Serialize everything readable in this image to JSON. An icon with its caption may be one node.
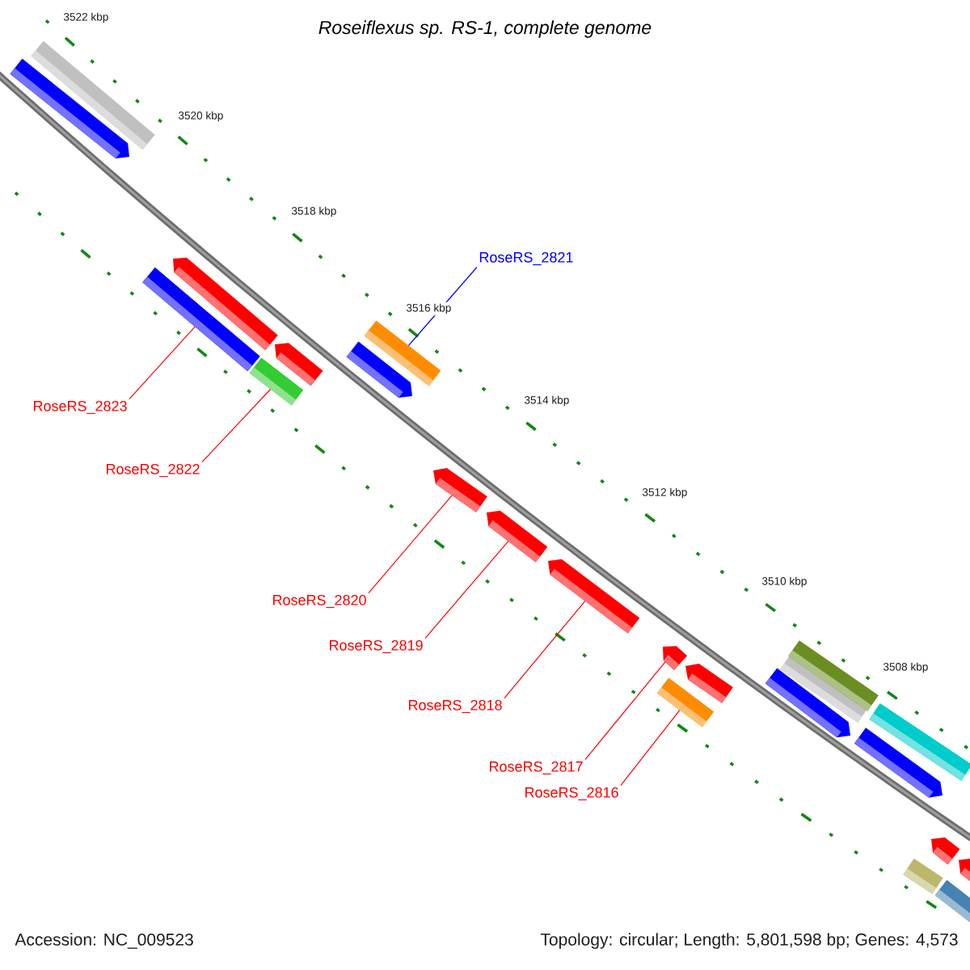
{
  "diagram": {
    "title": "*Roseiflexus* sp. RS-1, complete genome",
    "nodes": [
      {
        "text": [],
        "shape": "bar"
      },
      {
        "text": [],
        "shape": "bar"
      },
      {
        "text": [],
        "shape": "bar"
      },
      {
        "text": [],
        "shape": "bar"
      },
      {
        "text": [],
        "shape": "bar"
      },
      {
        "text": [],
        "shape": "bar"
      },
      {
        "text": [],
        "shape": "bar"
      },
      {
        "text": [],
        "shape": "bar"
      },
      {
        "text": [],
        "shape": "bar"
      },
      {
        "text": [],
        "shape": "bar"
      },
      {
        "text": [],
        "shape": "bar"
      },
      {
        "text": [],
        "shape": "bar"
      },
      {
        "text": [],
        "shape": "bar"
      },
      {
        "text": [],
        "shape": "bar"
      },
      {
        "text": [],
        "shape": "bar"
      },
      {
        "text": [],
        "shape": "bar"
      },
      {
        "text": [],
        "shape": "bar"
      },
      {
        "text": [],
        "shape": "bar"
      },
      {
        "text": [],
        "shape": "bar"
      },
      {
        "text": [],
        "shape": "bar"
      },
      {
        "text": [],
        "shape": "bar"
      },
      {
        "text": [],
        "shape": "bar"
      },
      {
        "text": [],
        "shape": "bar"
      },
      {
        "text": [
          "RoseRS_2821"
        ]
      },
      {
        "text": [
          "RoseRS_2823"
        ]
      },
      {
        "text": [
          "RoseRS_2822"
        ]
      },
      {
        "text": [
          "RoseRS_2820"
        ]
      },
      {
        "text": [
          "RoseRS_2819"
        ]
      },
      {
        "text": [
          "RoseRS_2818"
        ]
      },
      {
        "text": [
          "RoseRS_2817"
        ]
      },
      {
        "text": [
          "RoseRS_2816"
        ]
      }
    ],
    "edges": [
      {
        "from": 23,
        "to": 7,
        "arrow": "none",
        "color": "#0000ff"
      },
      {
        "from": 24,
        "to": 2,
        "arrow": "none"
      },
      {
        "from": 25,
        "to": 4,
        "arrow": "none"
      },
      {
        "from": 26,
        "to": 8,
        "arrow": "none"
      },
      {
        "from": 27,
        "to": 9,
        "arrow": "none"
      },
      {
        "from": 28,
        "to": 10,
        "arrow": "none"
      },
      {
        "from": 29,
        "to": 11,
        "arrow": "none"
      },
      {
        "from": 30,
        "to": 12,
        "arrow": "none"
      }
    ],
    "labels": [
      "3522 kbp",
      "3520 kbp",
      "3518 kbp",
      "3516 kbp",
      "3514 kbp",
      "3512 kbp",
      "3510 kbp",
      "3508 kbp",
      "Accession: NC_009523",
      "Topology: circular; Length: 5,801,598 bp; Genes: 4,573"
    ]
  }
}
